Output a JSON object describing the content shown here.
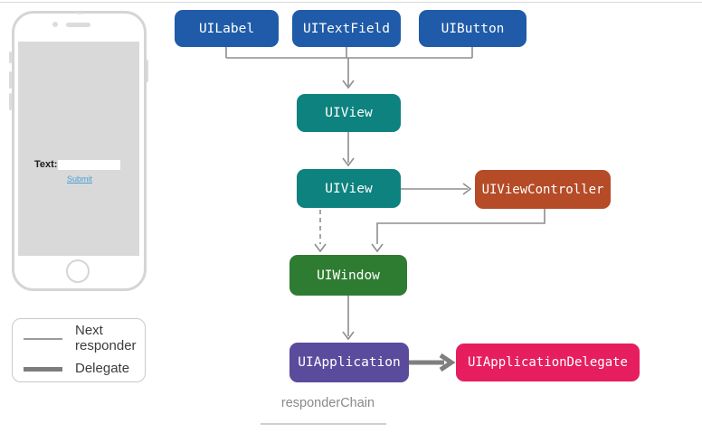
{
  "page": {
    "caption": "responderChain"
  },
  "phone": {
    "screen": {
      "text_label": "Text:",
      "input_value": "",
      "submit_label": "Submit",
      "submit_color": "#4aa0d5"
    }
  },
  "legend": {
    "items": [
      {
        "label": "Next responder",
        "line_style": "thin"
      },
      {
        "label": "Delegate",
        "line_style": "thick"
      }
    ]
  },
  "diagram": {
    "edge_color": "#8e8e8e",
    "thick_edge_color": "#7f7f7f",
    "nodes": [
      {
        "id": "uilabel",
        "label": "UILabel",
        "color": "#1f5ba8"
      },
      {
        "id": "uitextfield",
        "label": "UITextField",
        "color": "#1f5ba8"
      },
      {
        "id": "uibutton",
        "label": "UIButton",
        "color": "#1f5ba8"
      },
      {
        "id": "uiview-1",
        "label": "UIView",
        "color": "#0d827e"
      },
      {
        "id": "uiview-2",
        "label": "UIView",
        "color": "#0d827e"
      },
      {
        "id": "uiviewcontroller",
        "label": "UIViewController",
        "color": "#b54b27"
      },
      {
        "id": "uiwindow",
        "label": "UIWindow",
        "color": "#2e7c31"
      },
      {
        "id": "uiapplication",
        "label": "UIApplication",
        "color": "#5a4b9d"
      },
      {
        "id": "uiapplicationdelegate",
        "label": "UIApplicationDelegate",
        "color": "#e61e5f"
      }
    ],
    "edges": [
      {
        "from": "uitextfield / uilabel / uibutton",
        "to": "uiview-1",
        "type": "next-responder"
      },
      {
        "from": "uiview-1",
        "to": "uiview-2",
        "type": "next-responder"
      },
      {
        "from": "uiview-2",
        "to": "uiviewcontroller",
        "type": "next-responder"
      },
      {
        "from": "uiview-2",
        "to": "uiwindow",
        "type": "next-responder-dashed"
      },
      {
        "from": "uiviewcontroller",
        "to": "uiwindow",
        "type": "next-responder"
      },
      {
        "from": "uiwindow",
        "to": "uiapplication",
        "type": "next-responder"
      },
      {
        "from": "uiapplication",
        "to": "uiapplicationdelegate",
        "type": "delegate"
      }
    ]
  }
}
